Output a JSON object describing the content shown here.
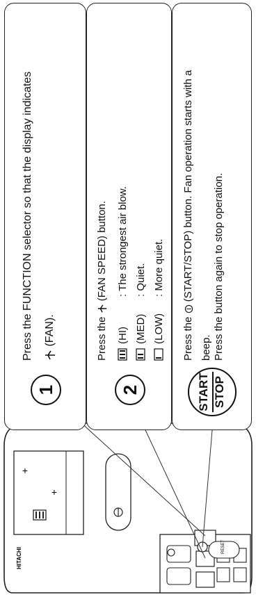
{
  "remote": {
    "brand": "HITACHI",
    "reset_label": "RESET"
  },
  "steps": [
    {
      "marker": "1",
      "line1": "Press the FUNCTION selector so that the display indicates",
      "line2_suffix": "(FAN)."
    },
    {
      "marker": "2",
      "intro_prefix": "Press the",
      "intro_suffix": "(FAN SPEED) button.",
      "speeds": [
        {
          "mode": "(HI)",
          "desc": ": The strongest air blow."
        },
        {
          "mode": "(MED)",
          "desc": ": Quiet."
        },
        {
          "mode": "(LOW)",
          "desc": ": More quiet."
        }
      ]
    },
    {
      "button_line1": "START",
      "button_line2": "STOP",
      "line1_prefix": "Press the",
      "line1_suffix": "(START/STOP) button. Fan operation starts with a",
      "line2": "beep.",
      "line3": "Press the button again to stop operation."
    }
  ],
  "icons": {
    "fan": "fan-icon",
    "power": "power-icon",
    "speed_hi": "fan-speed-hi-icon",
    "speed_med": "fan-speed-med-icon",
    "speed_low": "fan-speed-low-icon"
  }
}
